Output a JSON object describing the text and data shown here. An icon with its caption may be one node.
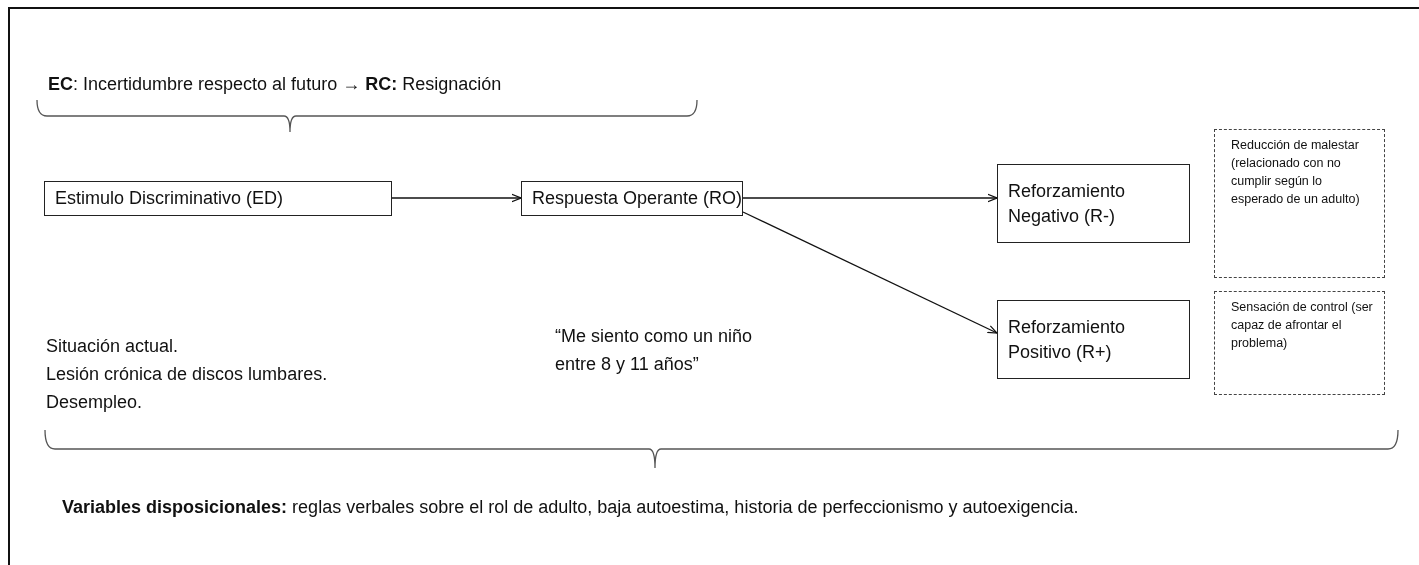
{
  "diagram": {
    "nodes": [
      {
        "text": [
          "Estimulo Discriminativo (ED)"
        ],
        "beside": [
          "Situación actual.",
          "Lesión crónica de discos lumbares.",
          "Desempleo."
        ]
      },
      {
        "text": [
          "Respuesta Operante (RO)"
        ]
      },
      {
        "text": [
          "Reforzamiento Negativo (R-)"
        ]
      },
      {
        "text": [
          "Reforzamiento Positivo (R+)"
        ]
      },
      {
        "text": [
          "Reducción de malestar (relacionado con no cumplir según lo esperado de un adulto)"
        ]
      },
      {
        "text": [
          "Sensación de control (ser capaz de afrontar el problema)"
        ]
      }
    ],
    "edges": [
      {
        "from": 0,
        "to": 1,
        "arrow": "to"
      },
      {
        "from": 1,
        "to": 2,
        "arrow": "to"
      },
      {
        "from": 1,
        "to": 3,
        "arrow": "to"
      }
    ],
    "labels": [
      "**EC**: Incertidumbre respecto al futuro → **RC:** Resignación",
      "“Me siento como un niño entre 8 y 11 años”",
      "**Variables disposicionales:** reglas verbales sobre el rol de adulto, baja autoestima, historia de perfeccionismo y autoexigencia."
    ]
  }
}
